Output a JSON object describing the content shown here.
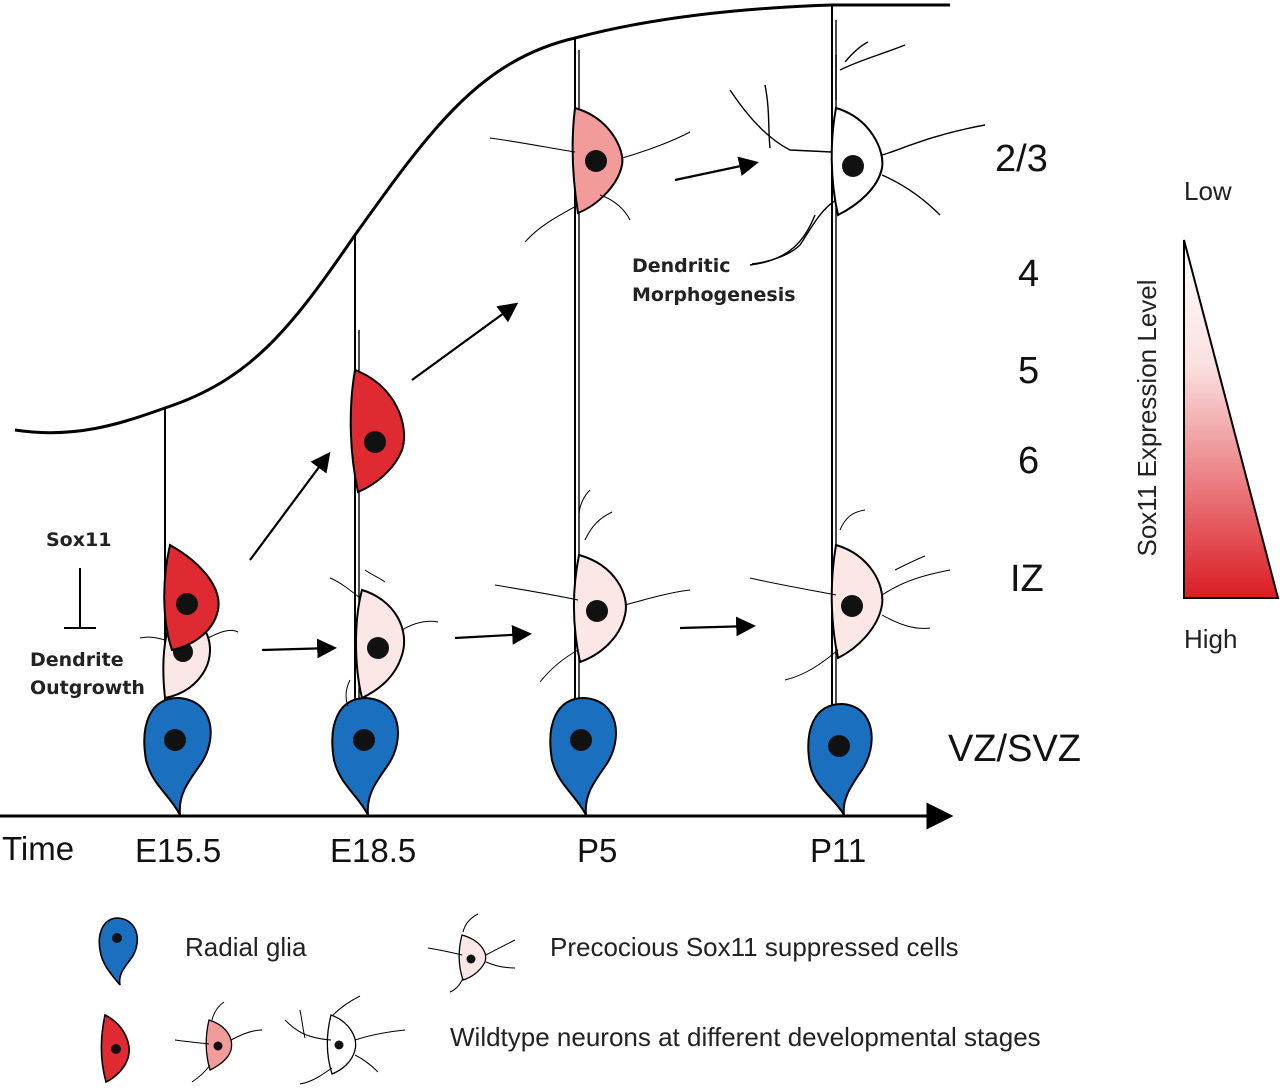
{
  "colors": {
    "radial_glia": "#1a6fbf",
    "wildtype_early": "#de2a30",
    "wildtype_mid": "#f29b9b",
    "suppressed": "#fbe7e5",
    "mature": "#ffffff",
    "gradient_high": "#dc1c24",
    "gradient_low": "#ffffff"
  },
  "layers": [
    "2/3",
    "4",
    "5",
    "6",
    "IZ",
    "VZ/SVZ"
  ],
  "time_axis": {
    "label": "Time",
    "ticks": [
      "E15.5",
      "E18.5",
      "P5",
      "P11"
    ]
  },
  "annotations": {
    "inhibitor": "Sox11",
    "inhibited_line1": "Dendrite",
    "inhibited_line2": "Outgrowth",
    "morph_line1": "Dendritic",
    "morph_line2": "Morphogenesis"
  },
  "expression_scale": {
    "title": "Sox11 Expression Level",
    "low": "Low",
    "high": "High"
  },
  "legend": {
    "radial_glia": "Radial glia",
    "suppressed": "Precocious Sox11 suppressed cells",
    "wildtype": "Wildtype neurons at different developmental stages"
  }
}
